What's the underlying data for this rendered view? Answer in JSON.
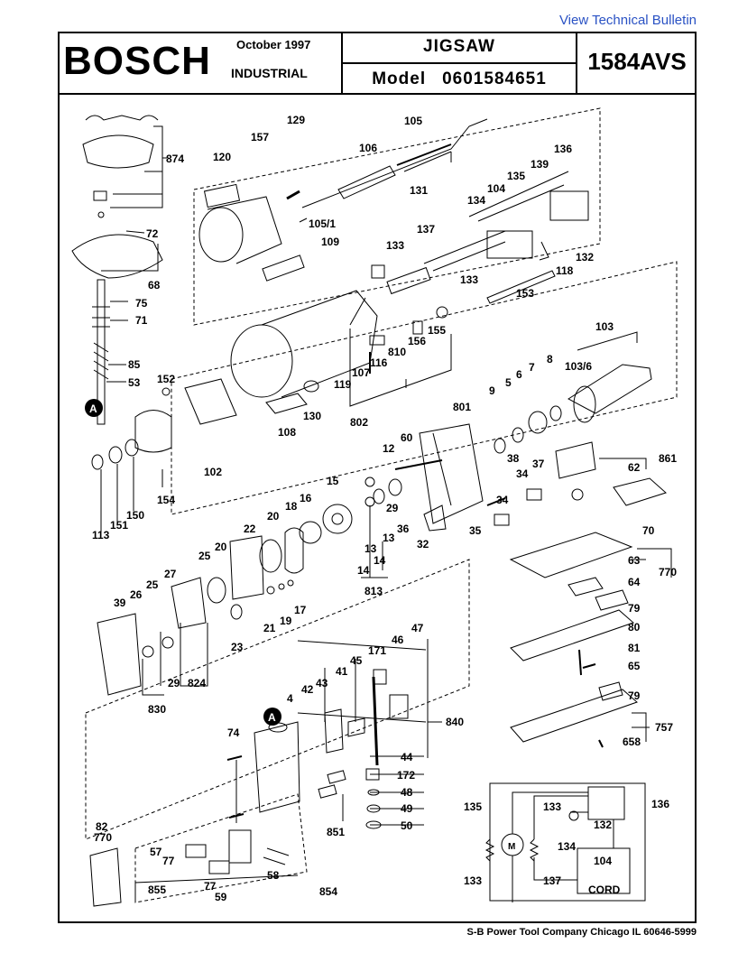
{
  "top_link": "View Technical Bulletin",
  "header": {
    "brand": "BOSCH",
    "date": "October  1997",
    "division": "INDUSTRIAL",
    "product": "JIGSAW",
    "model_label": "Model",
    "model_number": "0601584651",
    "item_number": "1584AVS"
  },
  "callouts": {
    "p874": "874",
    "p72": "72",
    "p68": "68",
    "p75": "75",
    "p71": "71",
    "p85": "85",
    "p53": "53",
    "pA1": "A",
    "pA2": "A",
    "p120": "120",
    "p157": "157",
    "p129": "129",
    "p105": "105",
    "p106": "106",
    "p131": "131",
    "p1051": "105/1",
    "p109": "109",
    "p136": "136",
    "p139": "139",
    "p135": "135",
    "p104": "104",
    "p134": "134",
    "p137": "137",
    "p133": "133",
    "p133b": "133",
    "p118": "118",
    "p132": "132",
    "p153": "153",
    "p155": "155",
    "p156": "156",
    "p810": "810",
    "p116": "116",
    "p107": "107",
    "p119": "119",
    "p802": "802",
    "p103": "103",
    "p1036": "103/6",
    "p8": "8",
    "p152": "152",
    "p130": "130",
    "p108": "108",
    "p102": "102",
    "p154": "154",
    "p113": "113",
    "p151": "151",
    "p150": "150",
    "p801": "801",
    "p9": "9",
    "p5": "5",
    "p6": "6",
    "p7": "7",
    "p861": "861",
    "p62": "62",
    "p12": "12",
    "p60": "60",
    "p38": "38",
    "p37": "37",
    "p34a": "34",
    "p34b": "34",
    "p35": "35",
    "p29a": "29",
    "p36": "36",
    "p32": "32",
    "p15": "15",
    "p18": "18",
    "p16": "16",
    "p13a": "13",
    "p13b": "13",
    "p14a": "14",
    "p14b": "14",
    "p813": "813",
    "p70": "70",
    "p63": "63",
    "p770a": "770",
    "p64": "64",
    "p79a": "79",
    "p80": "80",
    "p81": "81",
    "p65": "65",
    "p79b": "79",
    "p757": "757",
    "p658": "658",
    "p22": "22",
    "p20a": "20",
    "p20b": "20",
    "p25a": "25",
    "p25b": "25",
    "p27": "27",
    "p26": "26",
    "p39": "39",
    "p17": "17",
    "p19": "19",
    "p21": "21",
    "p23": "23",
    "p29b": "29",
    "p824": "824",
    "p830": "830",
    "p171": "171",
    "p46": "46",
    "p47": "47",
    "p45": "45",
    "p41": "41",
    "p42": "42",
    "p43": "43",
    "p4": "4",
    "p840": "840",
    "p74": "74",
    "p44": "44",
    "p172": "172",
    "p48": "48",
    "p49": "49",
    "p50": "50",
    "p851": "851",
    "p82": "82",
    "p770b": "770",
    "p57": "57",
    "p77a": "77",
    "p77b": "77",
    "p855": "855",
    "p59": "59",
    "p58": "58",
    "p854": "854",
    "w135": "135",
    "w133a": "133",
    "w133b": "133",
    "w136": "136",
    "w132": "132",
    "w134": "134",
    "w104": "104",
    "w137": "137",
    "wM": "M",
    "wCORD": "CORD"
  },
  "footer": "S-B Power Tool Company  Chicago IL 60646-5999",
  "colors": {
    "link": "#2a52c4",
    "ink": "#000000"
  }
}
